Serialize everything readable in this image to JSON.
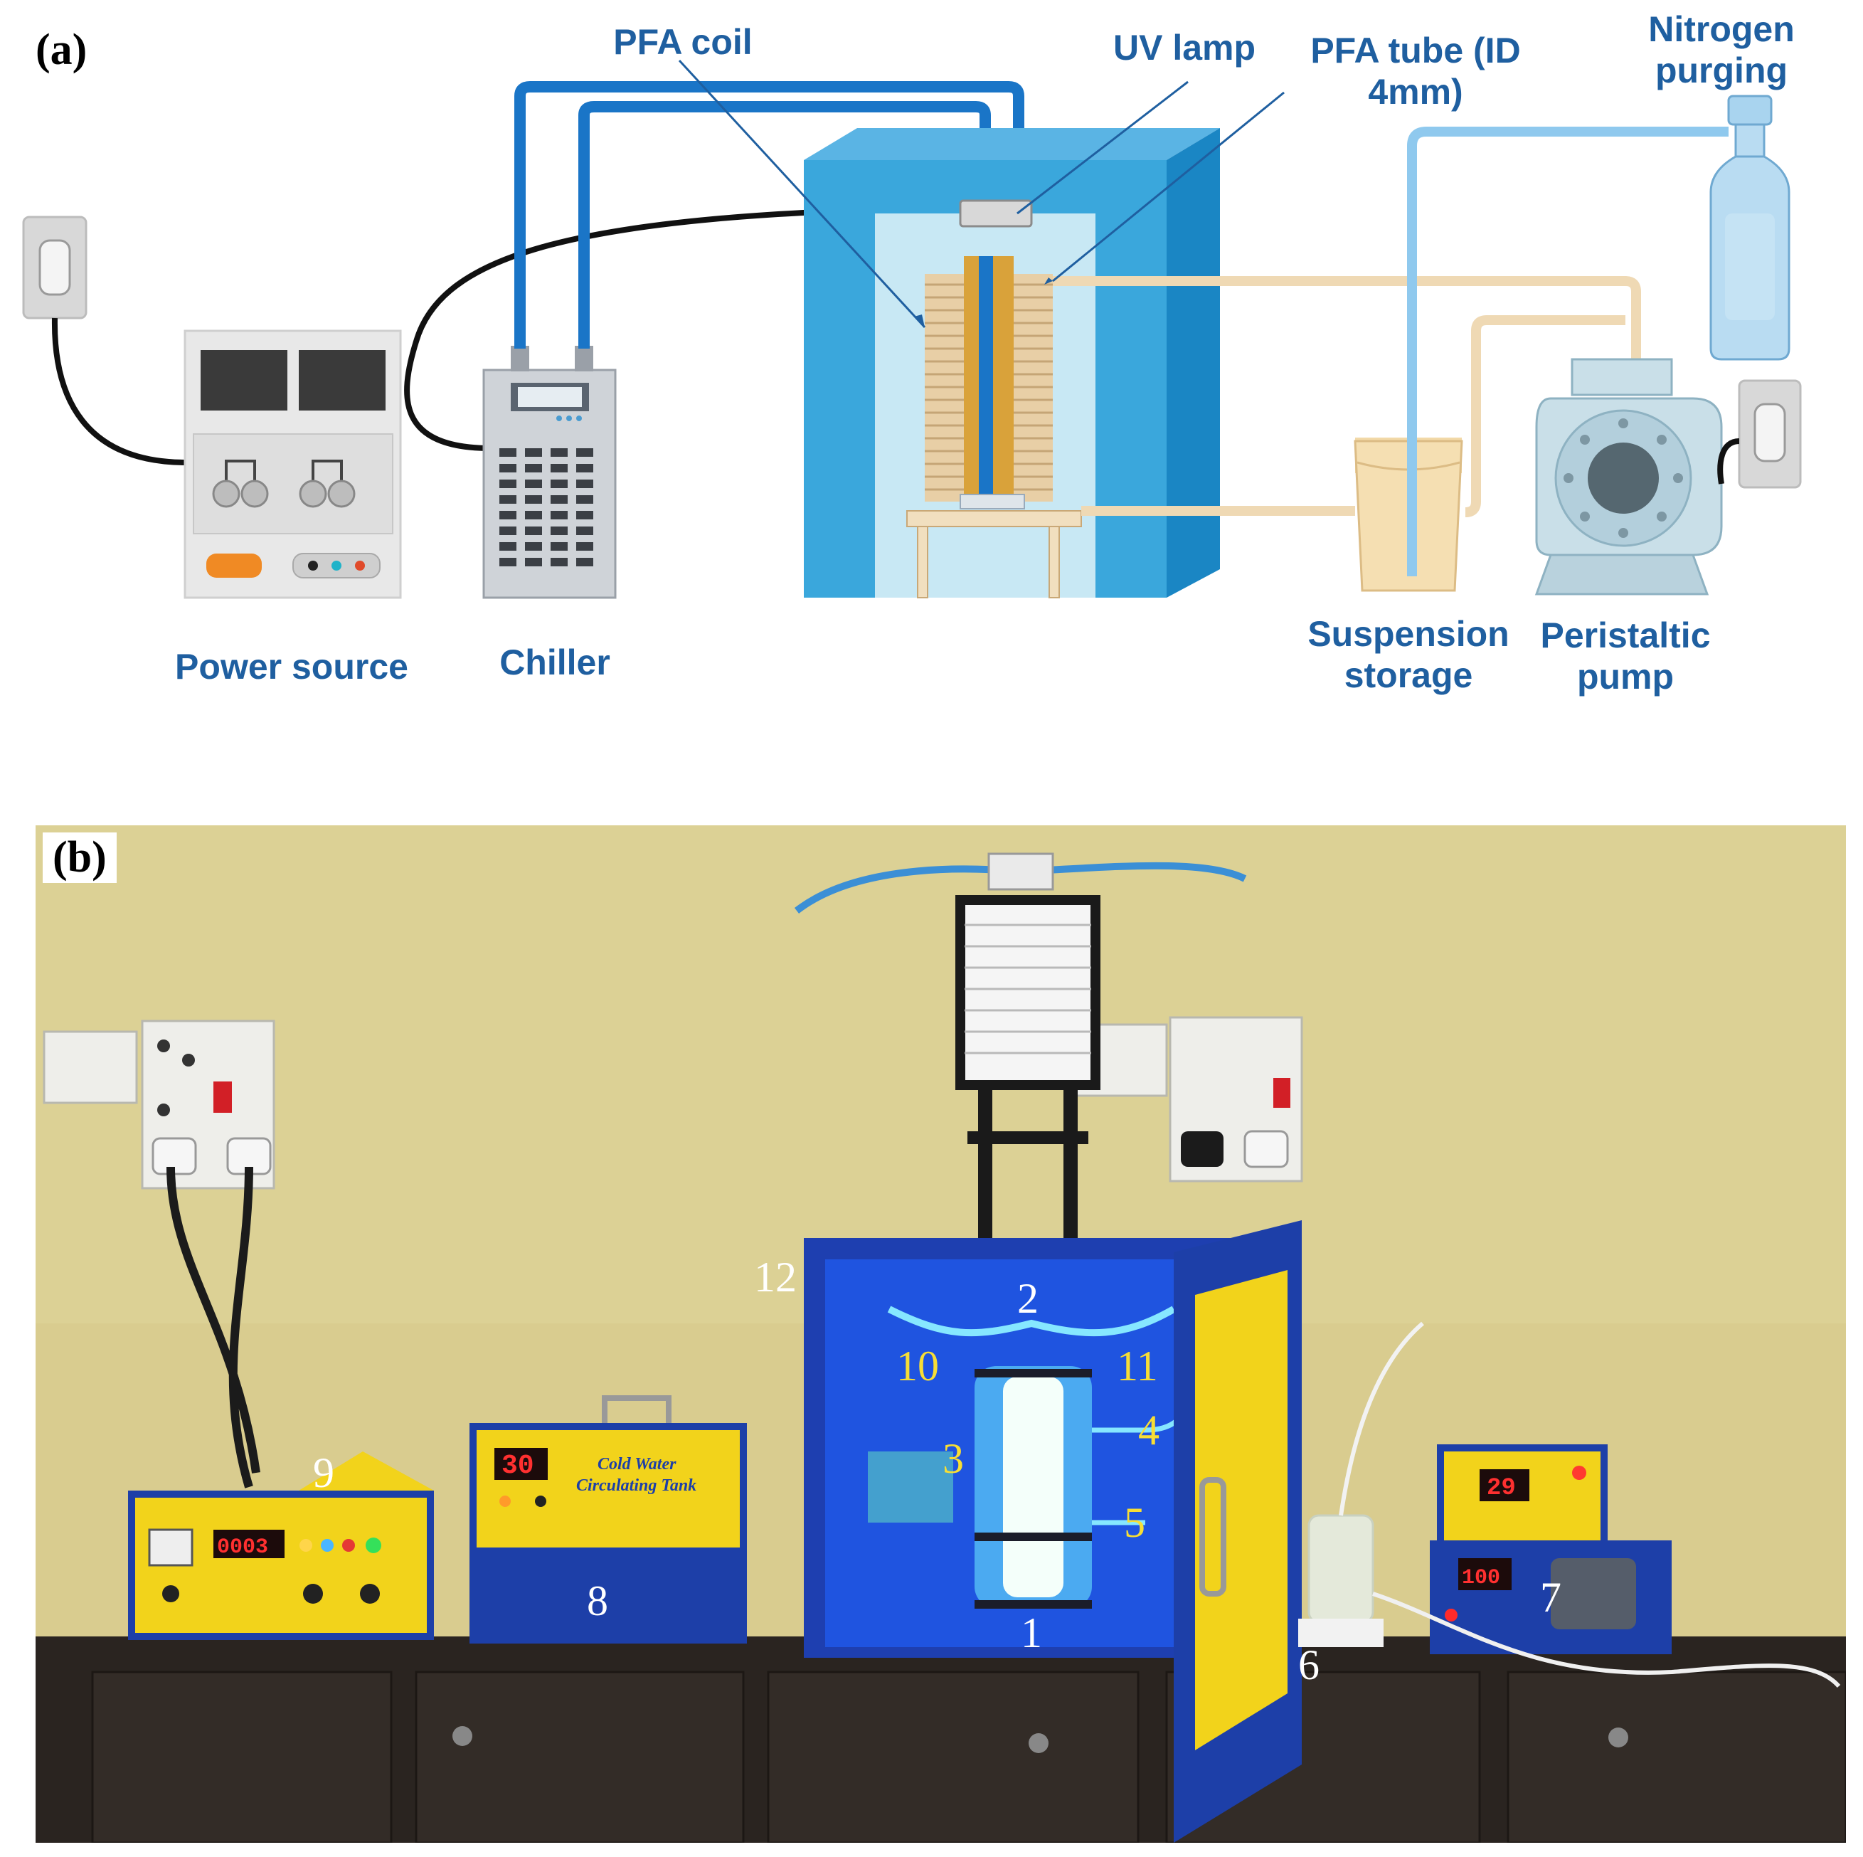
{
  "panel_a": {
    "label": "(a)",
    "labels": {
      "pfa_coil": "PFA coil",
      "uv_lamp": "UV lamp",
      "pfa_tube": "PFA tube (ID 4mm)",
      "nitrogen": "Nitrogen\npurging",
      "power_source": "Power source",
      "chiller": "Chiller",
      "suspension_storage": "Suspension\nstorage",
      "peristaltic_pump": "Peristaltic\npump"
    }
  },
  "panel_b": {
    "label": "(b)",
    "numbers": [
      "1",
      "2",
      "3",
      "4",
      "5",
      "6",
      "7",
      "8",
      "9",
      "10",
      "11",
      "12"
    ],
    "displays": {
      "chiller_temp": "30",
      "controller_readout": "0003",
      "small_unit": "29",
      "pump_readout": "100"
    },
    "device_text": {
      "tank_title": "Cold Water\nCirculating Tank"
    }
  },
  "colors": {
    "label_blue": "#1f5fa0",
    "tube_blue": "#1a75c7",
    "chamber_blue": "#3aa7dc",
    "coil_tan": "#e8cfa6",
    "device_blue": "#1d3fa8",
    "device_yellow": "#f2d31b",
    "wall": "#d9cc8f",
    "cabinet": "#2a2420"
  }
}
